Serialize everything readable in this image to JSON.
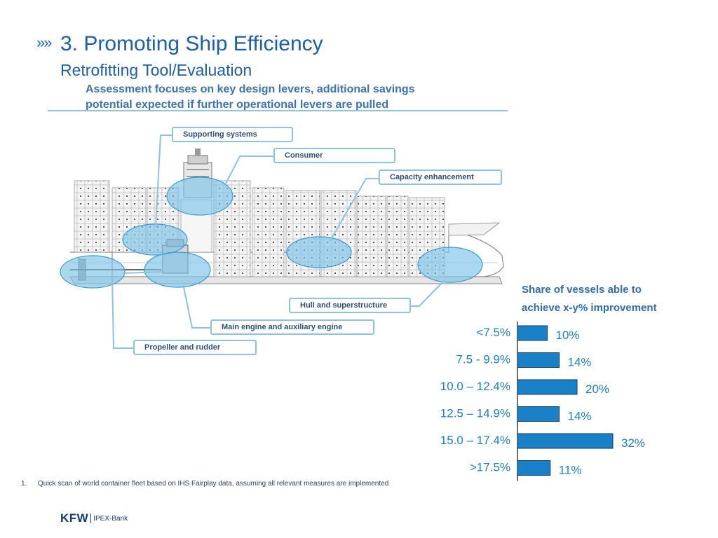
{
  "header": {
    "chevron": "»»",
    "title": "3. Promoting Ship Efficiency",
    "subtitle": "Retrofitting Tool/Evaluation"
  },
  "diagram": {
    "headline_line1": "Assessment focuses on key design levers, additional savings",
    "headline_line2": "potential expected if further operational levers are pulled",
    "callouts": {
      "supporting_systems": "Supporting systems",
      "consumer": "Consumer",
      "capacity_enhancement": "Capacity enhancement",
      "hull_superstructure": "Hull and superstructure",
      "main_engine": "Main engine and auxiliary engine",
      "propeller_rudder": "Propeller and rudder"
    }
  },
  "chart_data": {
    "type": "bar",
    "orientation": "horizontal",
    "title": "Share of vessels able to achieve x-y% improvement",
    "title_line1": "Share of vessels able to",
    "title_line2": "achieve x-y% improvement",
    "categories": [
      "<7.5%",
      "7.5 - 9.9%",
      "10.0 – 12.4%",
      "12.5 – 14.9%",
      "15.0 – 17.4%",
      ">17.5%"
    ],
    "values": [
      10,
      14,
      20,
      14,
      32,
      11
    ],
    "value_labels": [
      "10%",
      "14%",
      "20%",
      "14%",
      "32%",
      "11%"
    ],
    "unit": "%",
    "bar_color": "#1a80c8",
    "label_color": "#1a80c8",
    "xlim": [
      0,
      32
    ],
    "grid": false,
    "legend": "none"
  },
  "footnote": {
    "number": "1.",
    "text": "Quick scan of world container fleet based on IHS Fairplay data, assuming all relevant measures are implemented"
  },
  "logo": {
    "brand": "KFW",
    "division": "IPEX-Bank"
  },
  "colors": {
    "title": "#1a5fa8",
    "highlight_fill": "#7cc3ea",
    "callout_border": "#8ec2e2"
  }
}
